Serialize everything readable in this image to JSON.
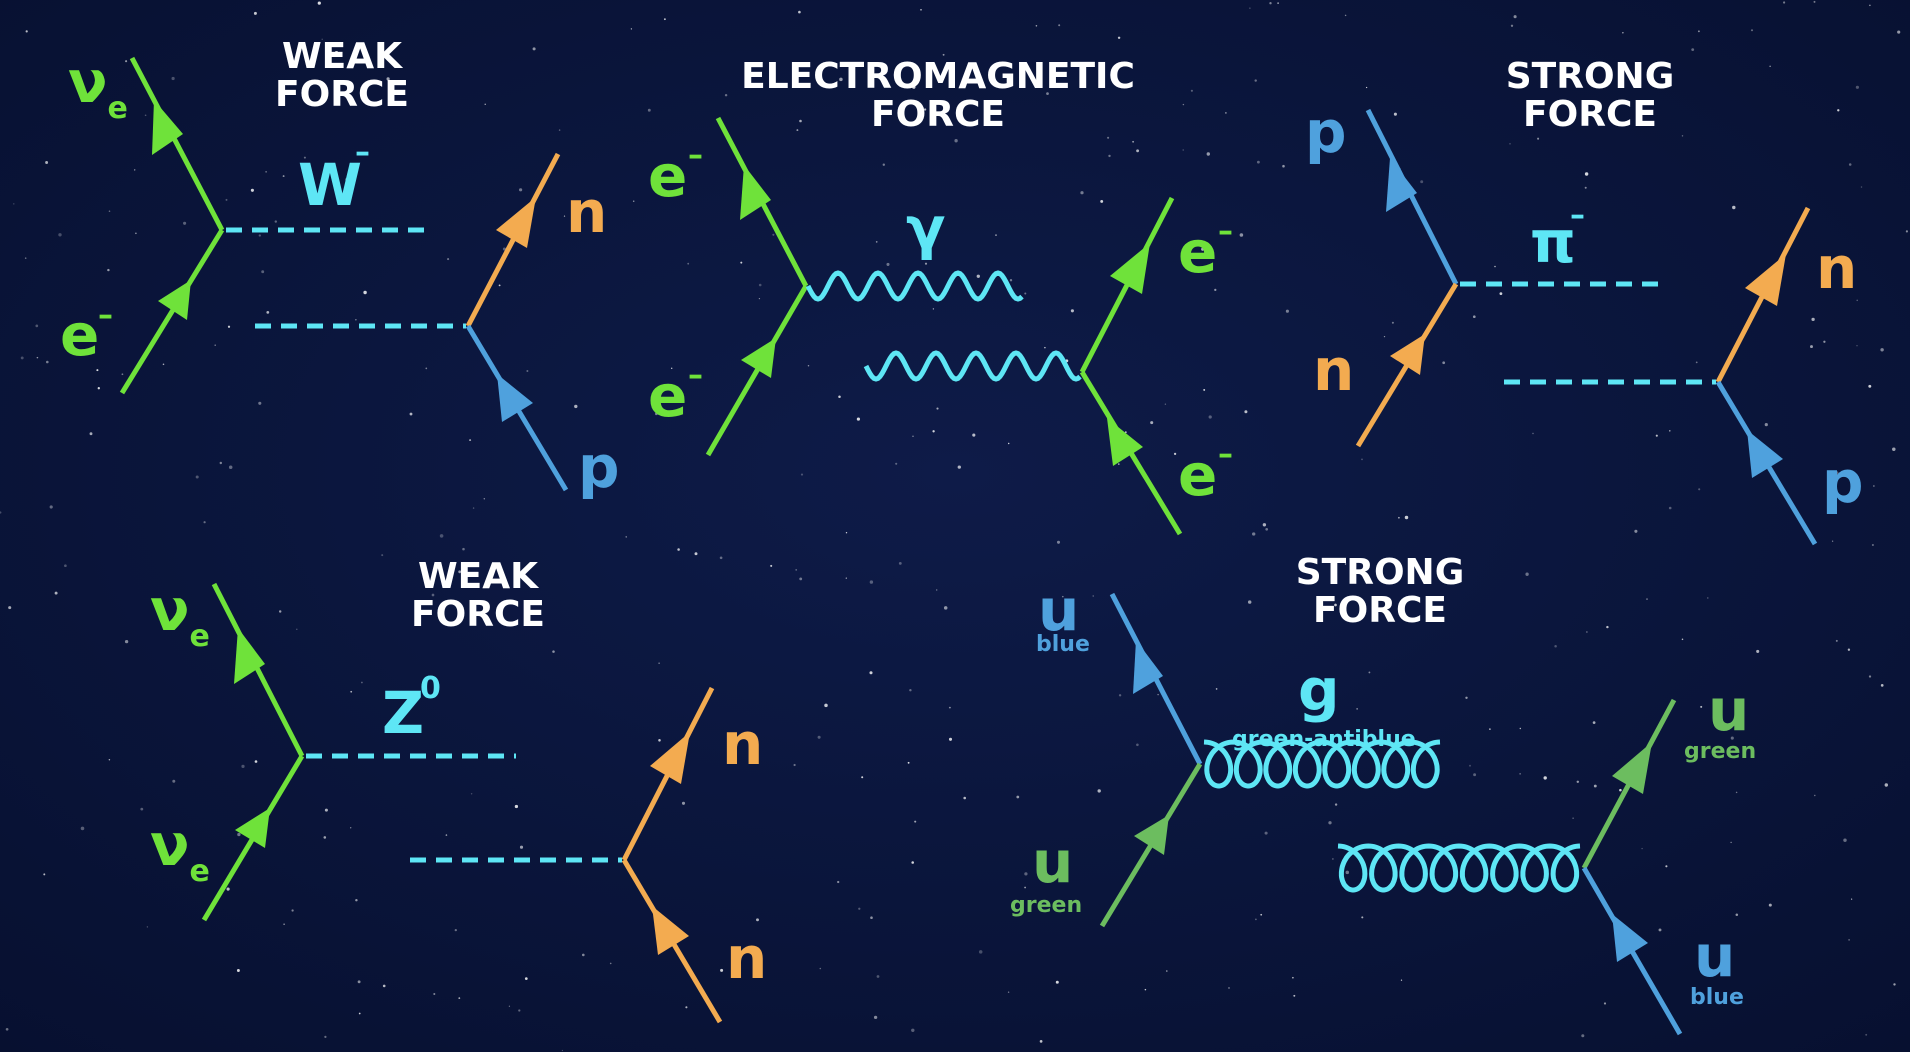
{
  "colors": {
    "background": "#0a1438",
    "electron": "#6fe23a",
    "neutron": "#f3ab50",
    "proton": "#4fa1dd",
    "boson": "#5ee6f5",
    "quark_green": "#6cbd5f",
    "title": "#ffffff"
  },
  "diagrams": {
    "weak_w": {
      "title_line1": "WEAK",
      "title_line2": "FORCE",
      "nu": "ν",
      "nu_sub": "e",
      "electron": "e",
      "boson": "W",
      "boson_sup": "–",
      "minus": "–",
      "out_n": "n",
      "in_p": "p"
    },
    "em": {
      "title_line1": "ELECTROMAGNETIC",
      "title_line2": "FORCE",
      "e_top_left": "e",
      "e_bottom_left": "e",
      "e_top_right": "e",
      "e_bottom_right": "e",
      "minus": "–",
      "boson": "γ"
    },
    "strong_pi": {
      "title_line1": "STRONG",
      "title_line2": "FORCE",
      "p_left": "p",
      "n_left": "n",
      "boson": "π",
      "boson_sup": "–",
      "n_right": "n",
      "p_right": "p"
    },
    "weak_z": {
      "title_line1": "WEAK",
      "title_line2": "FORCE",
      "nu": "ν",
      "nu_sub": "e",
      "boson": "Z",
      "boson_sup": "0",
      "n_top": "n",
      "n_bottom": "n"
    },
    "strong_gluon": {
      "title_line1": "STRONG",
      "title_line2": "FORCE",
      "quark": "u",
      "blue": "blue",
      "green": "green",
      "boson": "g",
      "boson_color": "green-antiblue"
    }
  }
}
